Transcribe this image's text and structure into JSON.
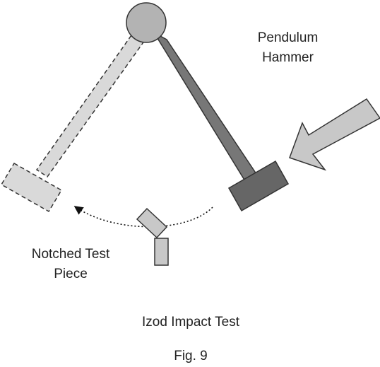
{
  "labels": {
    "hammer_line1": "Pendulum",
    "hammer_line2": "Hammer",
    "piece_line1": "Notched Test",
    "piece_line2": "Piece",
    "title": "Izod Impact Test",
    "figure": "Fig. 9"
  },
  "colors": {
    "arm_dark": "#777777",
    "arm_light": "#d9d9d9",
    "pivot": "#b3b3b3",
    "hammer_head": "#666666",
    "arrow": "#c8c8c8",
    "specimen": "#c8c8c8",
    "stroke": "#333333"
  }
}
